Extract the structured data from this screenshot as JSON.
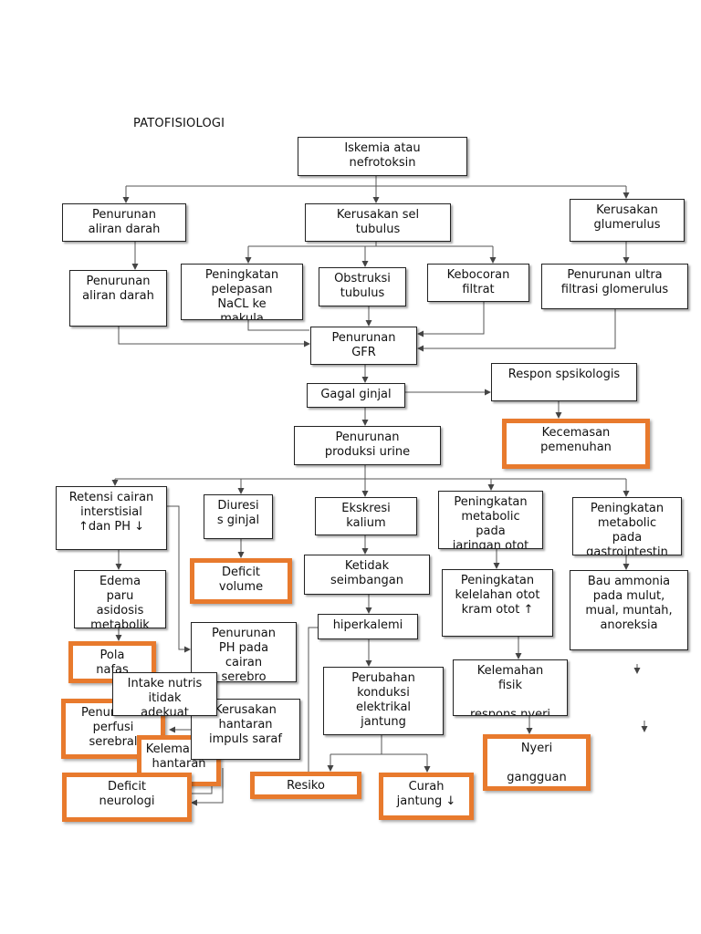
{
  "title": "PATOFISIOLOGI",
  "nodes": {
    "n_iskemia": "Iskemia atau\nnefrotoksin",
    "n_pen_aliran1": "Penurunan\naliran darah",
    "n_kerusakan_sel": "Kerusakan sel\ntubulus",
    "n_kerusakan_glom": "Kerusakan\nglumerulus",
    "n_pen_aliran2": "Penurunan\naliran darah",
    "n_peningkatan_nacl": "Peningkatan\npelepasan\nNaCL ke\nmakula",
    "n_obstruksi": "Obstruksi\ntubulus",
    "n_kebocoran": "Kebocoran\nfiltrat",
    "n_pen_ultra": "Penurunan ultra\nfiltrasi glomerulus",
    "n_pen_gfr": "Penurunan\nGFR",
    "n_respon": "Respon spsikologis",
    "n_gagal": "Gagal ginjal",
    "n_kecemasan": "Kecemasan\npemenuhan",
    "n_pen_urine": "Penurunan\nproduksi urine",
    "n_retensi": "Retensi cairan\ninterstisial\n↑dan PH ↓",
    "n_diuresis": "Diuresi\ns ginjal",
    "n_ekskresi": "Ekskresi\nkalium",
    "n_met_jar": "Peningkatan\nmetabolic\npada\njaringan otot",
    "n_met_gas": "Peningkatan\nmetabolic\npada\ngastrointestin",
    "n_deficit_vol": "Deficit\nvolume",
    "n_ketidak": "Ketidak\nseimbangan",
    "n_kelelahan": "Peningkatan\nkelelahan otot\nkram otot ↑",
    "n_bau": "Bau ammonia\npada mulut,\nmual, muntah,\nanoreksia",
    "n_edema": "Edema\nparu\nasidosis\nmetabolik",
    "n_hiperkalemi": "hiperkalemi",
    "n_pen_ph": "Penurunan\nPH pada\ncairan\nserebro",
    "n_pola": "Pola\nnafas",
    "n_intake": "Intake nutris\nitidak\nadekuat",
    "n_perubahan": "Perubahan\nkonduksi\nelektrikal\njantung",
    "n_kelemahan": "Kelemahan\nfisik\n\nrespons nyeri",
    "n_penurunan_perfusi": "Penurunan\nperfusi\nserebral",
    "n_kerusakan_impuls": "Kerusakan\nhantaran\nimpuls saraf",
    "n_kelemahan2": "Kelemahan\nhantaran",
    "n_nyeri": "Nyeri\n\ngangguan",
    "n_deficit_neuro": "Deficit\nneurologi",
    "n_resiko": "Resiko",
    "n_curah": "Curah\njantung ↓"
  }
}
